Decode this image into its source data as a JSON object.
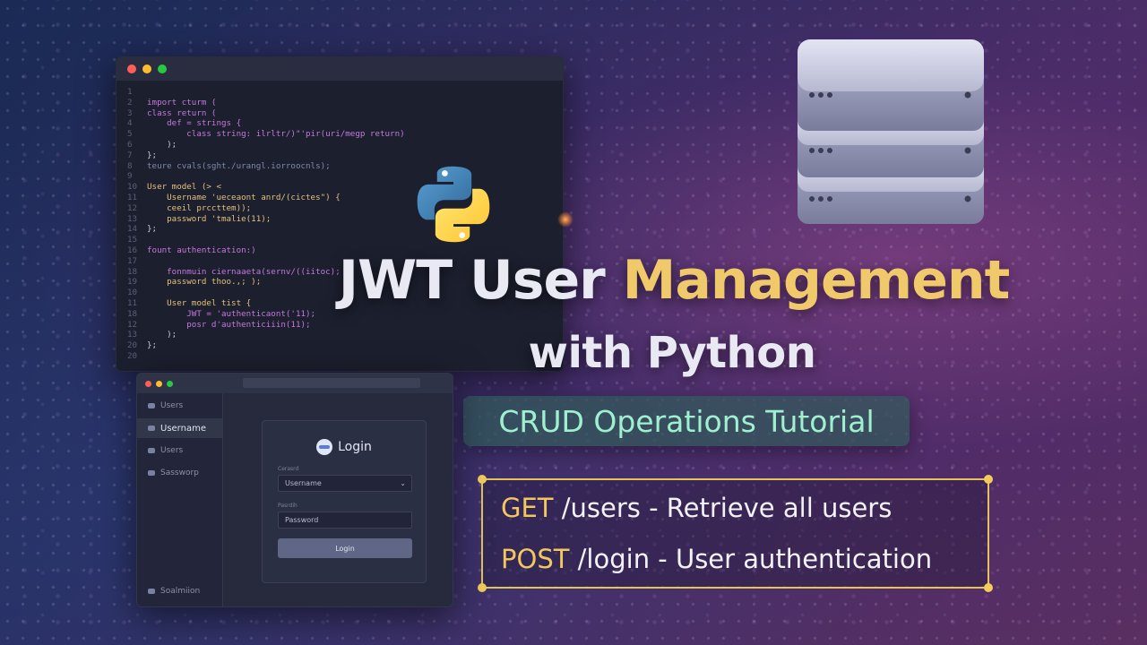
{
  "title": {
    "part1": "JWT User ",
    "accent": "Management",
    "line2": "with Python"
  },
  "badge": "CRUD Operations Tutorial",
  "endpoints": [
    {
      "method": "GET",
      "text": " /users - Retrieve all users"
    },
    {
      "method": "POST",
      "text": " /login - User authentication"
    }
  ],
  "code_lines": [
    {
      "n": "1",
      "t": ""
    },
    {
      "n": "2",
      "t": "import cturm ("
    },
    {
      "n": "3",
      "t": "class return ("
    },
    {
      "n": "4",
      "t": "    def = strings {"
    },
    {
      "n": "5",
      "t": "        class string: ilrltr/)\"'pir(uri/megp return)"
    },
    {
      "n": "6",
      "t": "    );"
    },
    {
      "n": "7",
      "t": "};"
    },
    {
      "n": "8",
      "t": "teure cvals(sght./urangl.iorroocnls);"
    },
    {
      "n": "9",
      "t": ""
    },
    {
      "n": "10",
      "t": "User model (> <"
    },
    {
      "n": "11",
      "t": "    Username 'ueceaont anrd/(cictes\") {"
    },
    {
      "n": "12",
      "t": "    ceeil prccttem));"
    },
    {
      "n": "13",
      "t": "    password 'tmalie(11);"
    },
    {
      "n": "14",
      "t": "};"
    },
    {
      "n": "15",
      "t": ""
    },
    {
      "n": "16",
      "t": "fount authentication:)"
    },
    {
      "n": "17",
      "t": ""
    },
    {
      "n": "18",
      "t": "    fonnmuin ciernaaeta(sernv/((iitoc);"
    },
    {
      "n": "19",
      "t": "    password thoo.,; );"
    },
    {
      "n": "10",
      "t": ""
    },
    {
      "n": "11",
      "t": "    User model tist {"
    },
    {
      "n": "18",
      "t": "        JWT = 'authenticaont('11);"
    },
    {
      "n": "12",
      "t": "        posr d'authenticiiin(11);"
    },
    {
      "n": "13",
      "t": "    );"
    },
    {
      "n": "20",
      "t": "};"
    },
    {
      "n": "20",
      "t": ""
    }
  ],
  "app": {
    "sidebar": [
      {
        "label": "Users",
        "active": false
      },
      {
        "label": "Username",
        "active": true
      },
      {
        "label": "Users",
        "active": false
      },
      {
        "label": "Sassworp",
        "active": false
      }
    ],
    "sidebar_footer": "Soalmiion",
    "login": {
      "title": "Login",
      "label1": "Cerasrd",
      "username_value": "Username",
      "label2": "Pasrdih",
      "password_placeholder": "Password",
      "button": "Login"
    }
  },
  "colors": {
    "accent_gold": "#f0c96a",
    "badge_text": "#9ff0cf",
    "endpoint_border": "#e6c35a"
  }
}
